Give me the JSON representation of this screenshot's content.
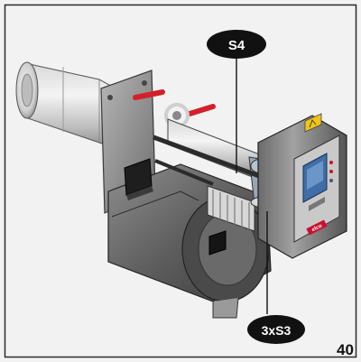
{
  "figure": {
    "callouts": [
      {
        "id": "s4",
        "label": "S4"
      },
      {
        "id": "s3",
        "label": "3xS3"
      }
    ],
    "page_number": "40",
    "brand_mark": "elco"
  },
  "colors": {
    "background": "#f2f2f2",
    "callout_fill": "#111111",
    "brand_red": "#c8102e",
    "handle_red": "#d4202a",
    "warning_yellow": "#f0c419",
    "display_blue": "#3f6ea8"
  }
}
